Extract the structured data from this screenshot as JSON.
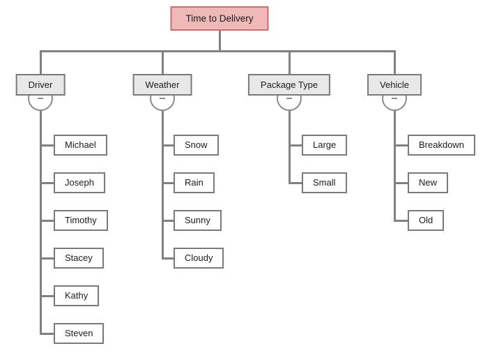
{
  "diagram": {
    "root": {
      "label": "Time to Delivery"
    },
    "branches": [
      {
        "label": "Driver",
        "collapse_icon": "minus",
        "children": [
          "Michael",
          "Joseph",
          "Timothy",
          "Stacey",
          "Kathy",
          "Steven"
        ]
      },
      {
        "label": "Weather",
        "collapse_icon": "minus",
        "children": [
          "Snow",
          "Rain",
          "Sunny",
          "Cloudy"
        ]
      },
      {
        "label": "Package Type",
        "collapse_icon": "minus",
        "children": [
          "Large",
          "Small"
        ]
      },
      {
        "label": "Vehicle",
        "collapse_icon": "minus",
        "children": [
          "Breakdown",
          "New",
          "Old"
        ]
      }
    ],
    "colors": {
      "background": "#FFFFFF",
      "root_fill": "#F0B9B9",
      "root_border": "#C86F6F",
      "category_fill": "#E8E8E8",
      "node_fill": "#FFFFFF",
      "node_border": "#7A7A7A",
      "connector": "#808080",
      "text": "#1B1B1B"
    }
  }
}
